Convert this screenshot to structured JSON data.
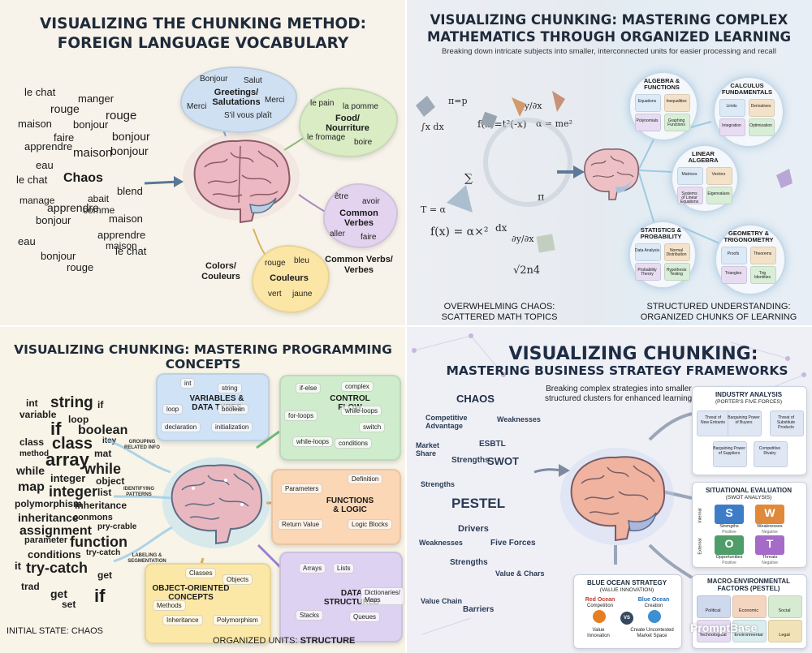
{
  "panel1": {
    "title_line1": "VISUALIZING THE CHUNKING METHOD:",
    "title_line2": "FOREIGN LANGUAGE VOCABULARY",
    "chaos_label": "Chaos",
    "chaos_words": [
      "le chat",
      "manger",
      "rouge",
      "rouge",
      "maison",
      "bonjour",
      "faire",
      "bonjour",
      "apprendre",
      "maison",
      "bonjour",
      "eau",
      "le chat",
      "blend",
      "manage",
      "abait",
      "comme",
      "apprendre",
      "maison",
      "bonjour",
      "apprendre",
      "maison",
      "eau",
      "le chat",
      "bonjour",
      "rouge"
    ],
    "greetings": {
      "title": "Greetings/\nSalutations",
      "words": [
        "Bonjour",
        "Salut",
        "Merci",
        "Merci",
        "S'il vous plaît"
      ]
    },
    "food": {
      "title": "Food/\nNourriture",
      "words": [
        "le pain",
        "la pomme",
        "le fromage",
        "boire"
      ]
    },
    "verbs": {
      "title": "Common\nVerbes",
      "words": [
        "être",
        "avoir",
        "aller",
        "faire"
      ],
      "caption": "Common Verbs/\nVerbes"
    },
    "colors": {
      "title": "Couleurs",
      "words": [
        "rouge",
        "bleu",
        "vert",
        "jaune"
      ],
      "caption": "Colors/\nCouleurs"
    }
  },
  "panel2": {
    "title_line1": "VISUALIZING CHUNKING: MASTERING COMPLEX",
    "title_line2": "MATHEMATICS THROUGH ORGANIZED LEARNING",
    "subtitle": "Breaking down intricate subjects into smaller, interconnected units for easier processing and recall",
    "left_caption": "OVERWHELMING CHAOS:\nSCATTERED MATH TOPICS",
    "right_caption": "STRUCTURED UNDERSTANDING:\nORGANIZED CHUNKS OF LEARNING",
    "formulas": [
      "π=p",
      "f(x)=t²(-x)",
      "∂y/∂x",
      "α = me²",
      "∫x dx",
      "f(x) = α×²",
      "√2n4",
      "π",
      "∑",
      "dx",
      "∂y/∂x",
      "T = α"
    ],
    "bubbles": [
      {
        "title": "ALGEBRA &\nFUNCTIONS",
        "items": [
          "Equations",
          "Inequalities",
          "Polynomials",
          "Graphing\nFunctions"
        ]
      },
      {
        "title": "CALCULUS\nFUNDAMENTALS",
        "items": [
          "Limits",
          "Derivatives",
          "Integration",
          "Optimization"
        ]
      },
      {
        "title": "LINEAR\nALGEBRA",
        "items": [
          "Matrices",
          "Vectors",
          "Systems\nof Linear\nEquations",
          "Eigenvalues"
        ]
      },
      {
        "title": "STATISTICS &\nPROBABILITY",
        "items": [
          "Data Analysis",
          "Normal\nDistribution",
          "Probability\nTheory",
          "Hypothesis\nTesting"
        ]
      },
      {
        "title": "GEOMETRY &\nTRIGONOMETRY",
        "items": [
          "Proofs",
          "Theorems",
          "Triangles",
          "Trig\nIdentities"
        ]
      }
    ]
  },
  "panel3": {
    "title": "VISUALIZING CHUNKING: MASTERING PROGRAMMING CONCEPTS",
    "chaos_words": [
      "int",
      "string",
      "if",
      "variable",
      "loop",
      "if",
      "boolean",
      "class",
      "class",
      "itey",
      "method",
      "array",
      "mat",
      "while",
      "while",
      "integer",
      "object",
      "map",
      "integer",
      "list",
      "polymorphism",
      "inheritance",
      "inheritance",
      "conmons",
      "assignment",
      "pry-crable",
      "parameter",
      "function",
      "conditions",
      "try-catch",
      "it",
      "try-catch",
      "get",
      "trad",
      "set",
      "if",
      "get"
    ],
    "process_labels": [
      "GROUPING\nRELATED INFO",
      "IDENTIFYING\nPATTERNS",
      "LABELING &\nSEGMENTATION"
    ],
    "bottom_left": "INITIAL STATE: CHAOS",
    "bottom_right_prefix": "ORGANIZED UNITS: ",
    "bottom_right_bold": "STRUCTURE",
    "clusters": [
      {
        "title": "VARIABLES &\nDATA TYPES",
        "items": [
          "int",
          "string",
          "loop",
          "boolean",
          "declaration",
          "initialization"
        ]
      },
      {
        "title": "CONTROL\nFLOW",
        "items": [
          "if-else",
          "complex",
          "for-loops",
          "while-loops",
          "switch",
          "while-loops",
          "conditions"
        ]
      },
      {
        "title": "FUNCTIONS\n& LOGIC",
        "items": [
          "Definition",
          "Parameters",
          "Return Value",
          "Logic Blocks"
        ]
      },
      {
        "title": "OBJECT-ORIENTED\nCONCEPTS",
        "items": [
          "Classes",
          "Objects",
          "Methods",
          "Inheritance",
          "Polymorphism"
        ]
      },
      {
        "title": "DATA\nSTRUCTURES",
        "items": [
          "Arrays",
          "Lists",
          "Dictionaries/\nMaps",
          "Stacks",
          "Queues"
        ]
      }
    ]
  },
  "panel4": {
    "title_line1": "VISUALIZING CHUNKING:",
    "title_line2": "MASTERING BUSINESS STRATEGY FRAMEWORKS",
    "subtitle": "Breaking complex strategies into smaller,\nstructured clusters for enhanced learning.",
    "chaos_label": "CHAOS",
    "chaos_words": [
      "Competitive\nAdvantage",
      "Weaknesses",
      "Market\nShare",
      "ESBTL",
      "Strengths",
      "SWOT",
      "Strengths",
      "PESTEL",
      "Drivers",
      "Weaknesses",
      "Five Forces",
      "Strengths",
      "Value & Chars",
      "Value Chain",
      "Barriers"
    ],
    "industry": {
      "title": "INDUSTRY ANALYSIS",
      "sub": "(PORTER'S FIVE FORCES)",
      "items": [
        "Threat of\nNew Entrants",
        "Bargaining Power\nof Buyers",
        "Threat of\nSubstitute\nProducts",
        "Bargaining Power\nof Suppliers",
        "Competitive\nRivalry"
      ]
    },
    "swot": {
      "title": "SITUATIONAL EVALUATION",
      "sub": "(SWOT ANALYSIS)",
      "letters": [
        "S",
        "W",
        "O",
        "T"
      ],
      "labels": [
        "Strengths",
        "Weaknesses",
        "Opportunities",
        "Threats"
      ],
      "tags": [
        "Positive",
        "Negative",
        "Positive",
        "Negative"
      ],
      "side": [
        "Internal",
        "External"
      ]
    },
    "pestel": {
      "title": "MACRO-ENVIRONMENTAL",
      "sub": "FACTORS (PESTEL)",
      "items": [
        "Political",
        "Economic",
        "Social",
        "Technological",
        "Environmental",
        "Legal"
      ]
    },
    "blue_ocean": {
      "title": "BLUE OCEAN STRATEGY",
      "sub": "(VALUE INNOVATION)",
      "red": "Red Ocean",
      "red_sub": "Competition",
      "blue": "Blue Ocean",
      "blue_sub": "Creation",
      "vs": "VS",
      "bottom_left": "Value\nInnovation",
      "bottom_right": "Create Uncontested\nMarket Space"
    },
    "watermark": "PromptBase"
  },
  "colors": {
    "greeting_cloud": "#cfe0f2",
    "food_cloud": "#d9ecc4",
    "verb_cloud": "#e3d3ef",
    "color_cloud": "#fbe6a6",
    "brain_pink": "#e9b8c3",
    "brain_blue": "#a9c6e3"
  }
}
